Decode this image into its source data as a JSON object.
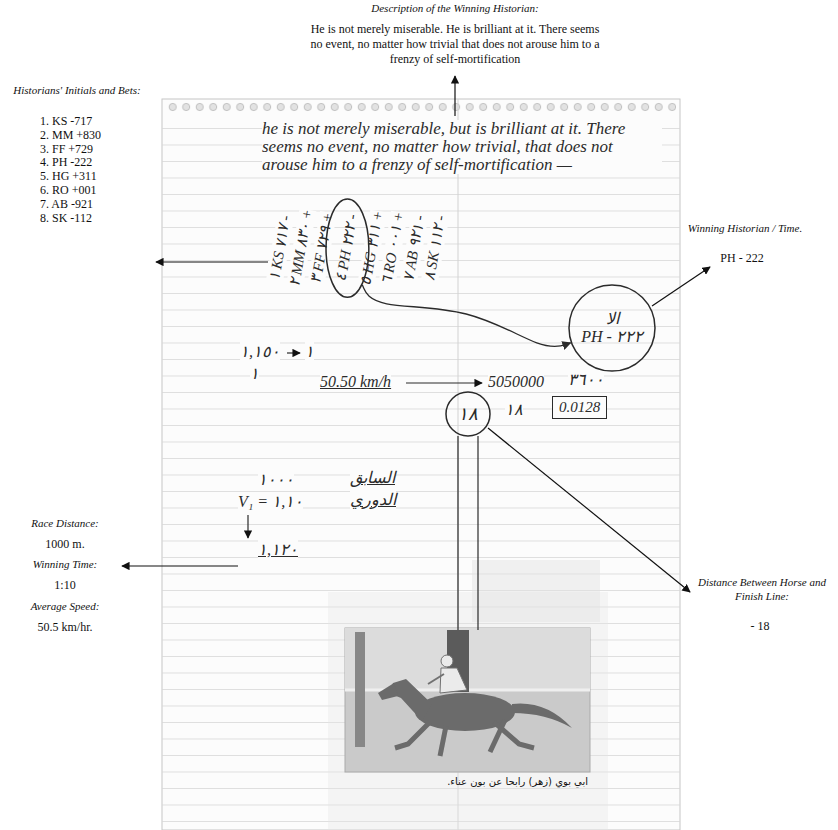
{
  "diagram": {
    "nodes": [
      {
        "text": [
          "٤ PH ٢٢٢ -"
        ]
      },
      {
        "text": [
          "الا",
          "PH - ٢٢٢"
        ]
      },
      {
        "text": [
          "0.0128"
        ]
      },
      {
        "text": [
          "١٨"
        ]
      }
    ],
    "edges": [
      {
        "from": 0,
        "to": 1,
        "arrow": "to"
      }
    ],
    "labels": [
      "Description of the Winning Historian:",
      "He is not merely miserable. He is brilliant at it. There seems no event, no matter how trivial that does not arouse him to a frenzy of self-mortification",
      "Historians' Initials and Bets:",
      "1. KS -717",
      "2. MM +830",
      "3. FF +729",
      "4. PH -222",
      "5. HG +311",
      "6. RO +001",
      "7. AB -921",
      "8. SK -112",
      "Winning Historian / Time.",
      "PH - 222",
      "Race Distance:",
      "1000 m.",
      "Winning Time:",
      "1:10",
      "Average Speed:",
      "50.5 km/hr.",
      "Distance Between Horse and Finish Line:",
      "- 18",
      "he is not merely miserable, but is brilliant at it. There seems no event, no matter how trivial, that does not arouse him to a frenzy of self-mortification —",
      "١ KS ٧١٧ -",
      "٢ MM ٨٣٠ +",
      "٣ FF ٧٢٩ +",
      "٥ HG ٣١١ +",
      "٦ RO ٠٠١ +",
      "٧ AB ٩٢١ -",
      "٨ SK ١١٢ -",
      "١,١٥٠",
      "١",
      "١",
      "50.50 km/h",
      "5050000",
      "٣٦٠٠",
      "١٨",
      "١٠٠٠",
      "V₁ = ١,١٠",
      "السابق",
      "الدوري",
      "١,١٢٠",
      "ابي بوي (زهر) رابحا عن بون عناء."
    ]
  }
}
